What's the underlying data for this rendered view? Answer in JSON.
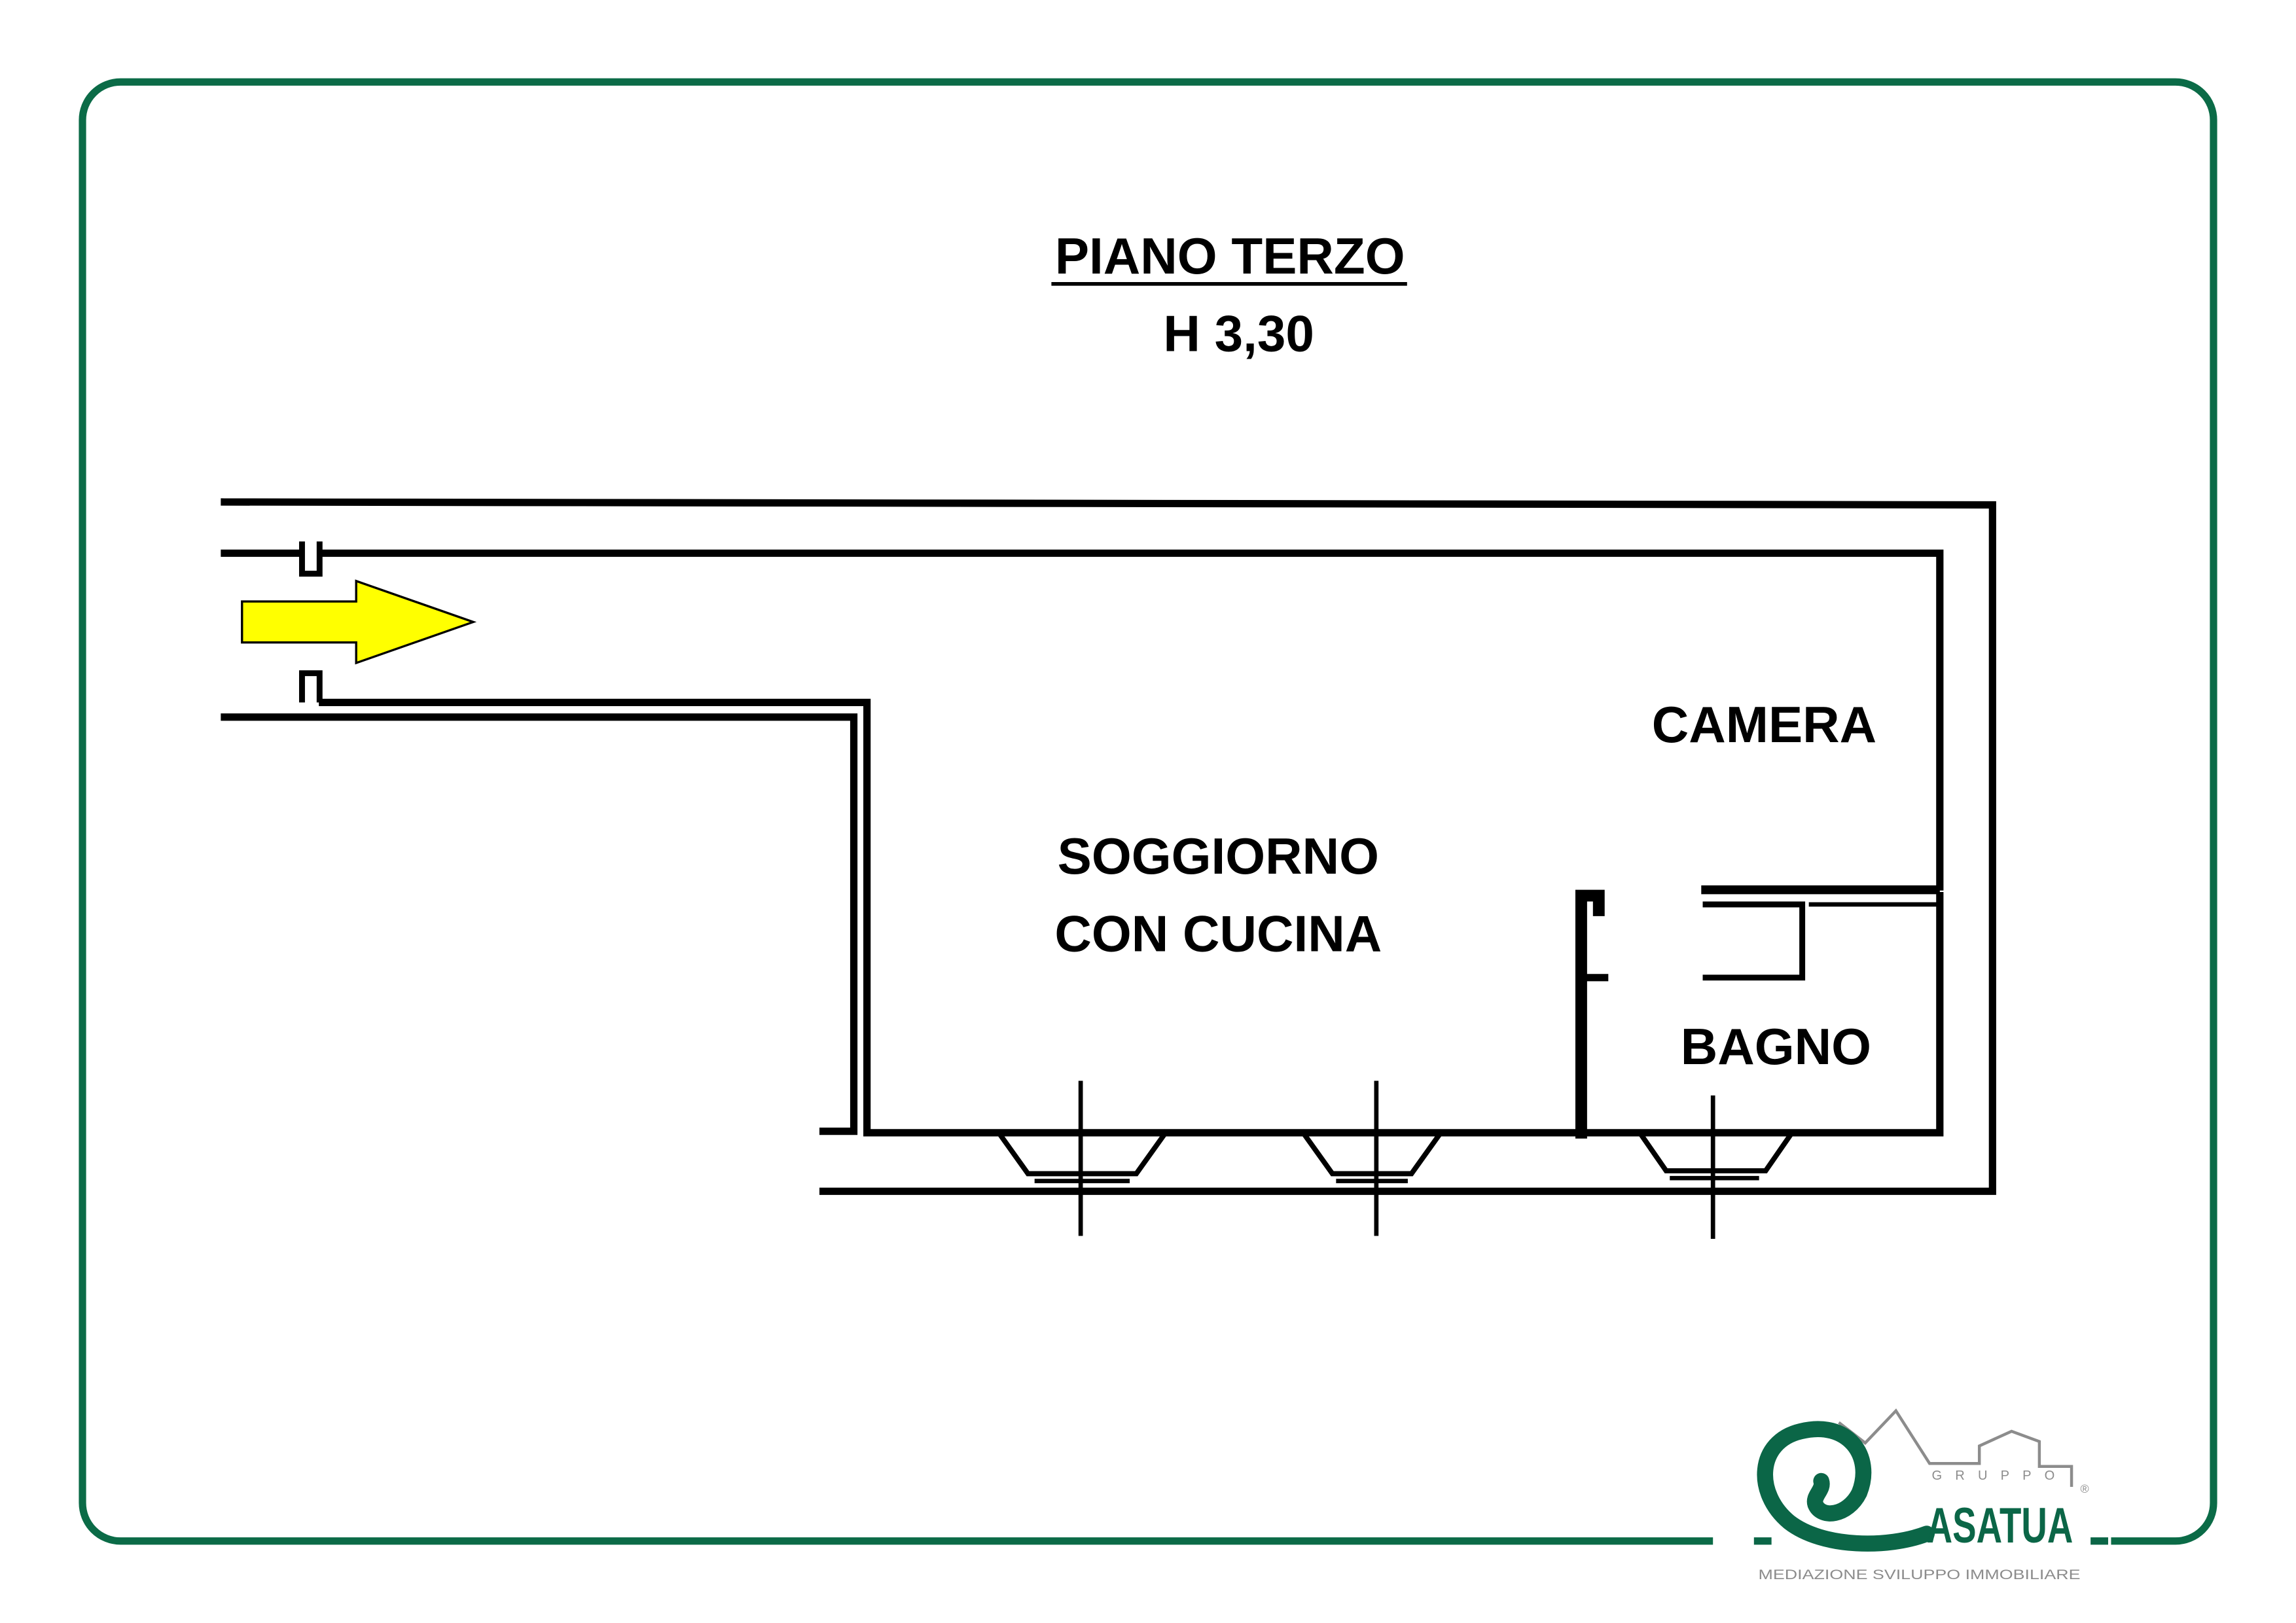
{
  "title": {
    "floor": "PIANO TERZO",
    "height": "H 3,30"
  },
  "rooms": {
    "camera": "CAMERA",
    "soggiorno_line1": "SOGGIORNO",
    "soggiorno_line2": "CON CUCINA",
    "bagno": "BAGNO"
  },
  "logo": {
    "group": "GRUPPO",
    "brand": "ASATUA",
    "registered": "®",
    "tagline": "MEDIAZIONE SVILUPPO IMMOBILIARE"
  },
  "colors": {
    "frame": "#0b6b47",
    "brand_green": "#0b6647",
    "arrow": "#ffff00",
    "logo_gray": "#8c8c8c"
  }
}
